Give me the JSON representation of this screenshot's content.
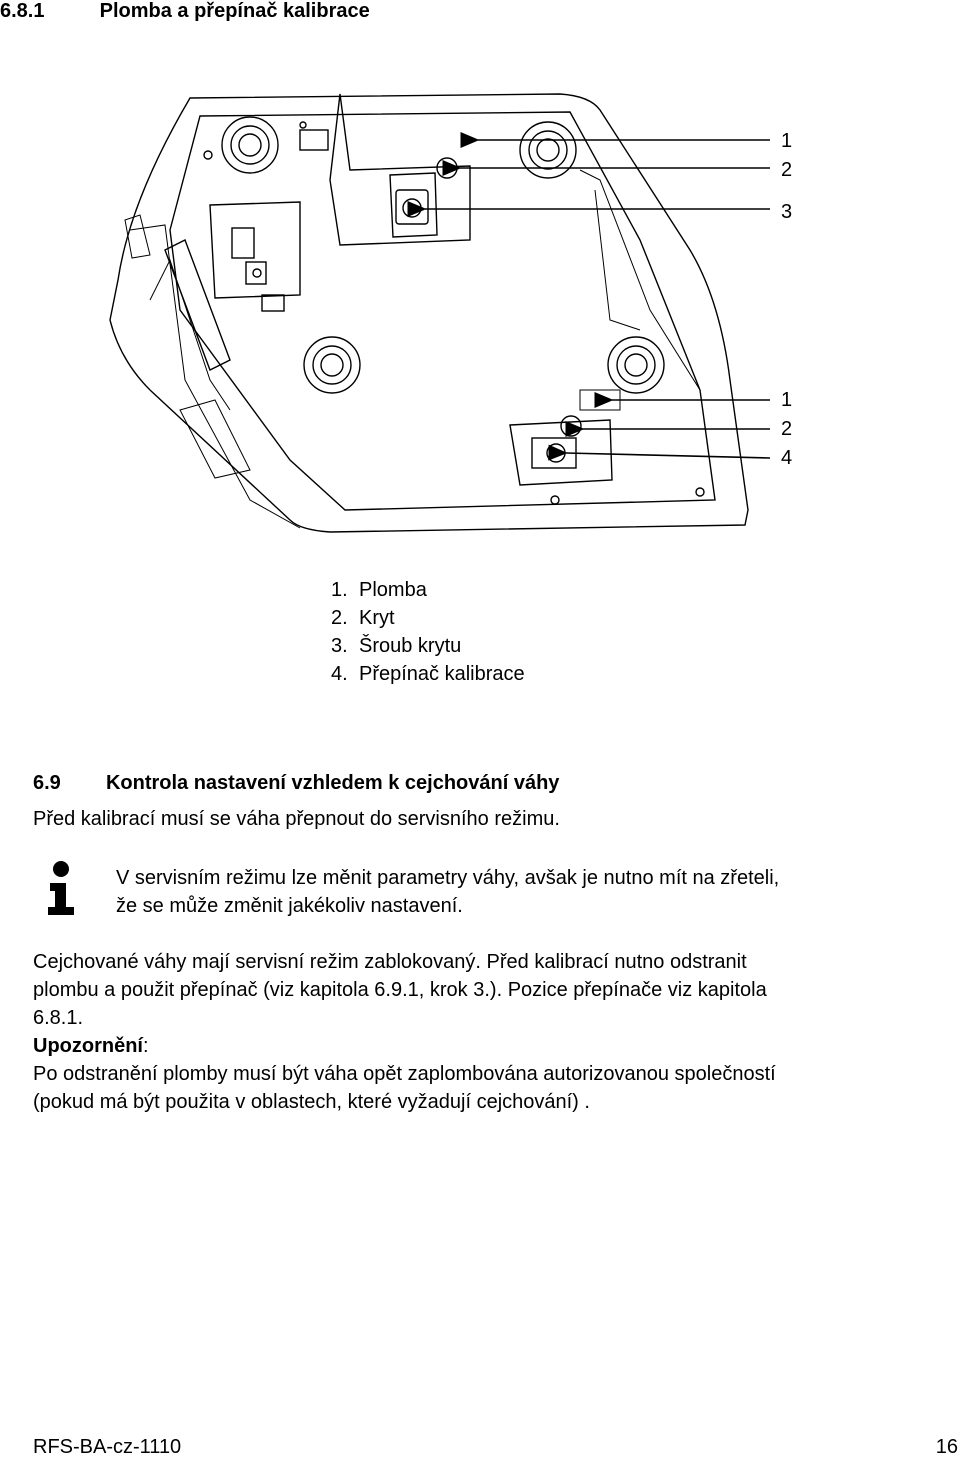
{
  "section_heading": {
    "number": "6.8.1",
    "title": "Plomba a přepínač kalibrace"
  },
  "figure": {
    "callouts_top": [
      "1",
      "2",
      "3"
    ],
    "callouts_bottom": [
      "1",
      "2",
      "4"
    ],
    "legend": [
      {
        "num": "1.",
        "label": "Plomba"
      },
      {
        "num": "2.",
        "label": "Kryt"
      },
      {
        "num": "3.",
        "label": "Šroub krytu"
      },
      {
        "num": "4.",
        "label": "Přepínač kalibrace"
      }
    ]
  },
  "section2": {
    "number": "6.9",
    "title": "Kontrola nastavení vzhledem k cejchování váhy",
    "intro": "Před kalibrací musí se váha přepnout do servisního režimu."
  },
  "info_note": {
    "icon": "info-icon",
    "line1": "V  servisním režimu lze  měnit parametry váhy, avšak je nutno mít na zřeteli,",
    "line2": "že se může změnit jakékoliv nastavení."
  },
  "paragraph": {
    "line1": "Cejchované váhy mají servisní režim zablokovaný. Před kalibrací nutno odstranit",
    "line2": "plombu a použit přepínač (viz kapitola 6.9.1, krok  3.). Pozice přepínače  viz kapitola",
    "line3": "6.8.1."
  },
  "warning": {
    "label": "Upozornění",
    "colon": ":",
    "line1": "Po odstranění plomby musí být váha opět zaplombována autorizovanou společností",
    "line2": "(pokud má být použita v oblastech, které vyžadují cejchování) ."
  },
  "footer": {
    "doc_id": "RFS-BA-cz-1110",
    "page": "16"
  }
}
